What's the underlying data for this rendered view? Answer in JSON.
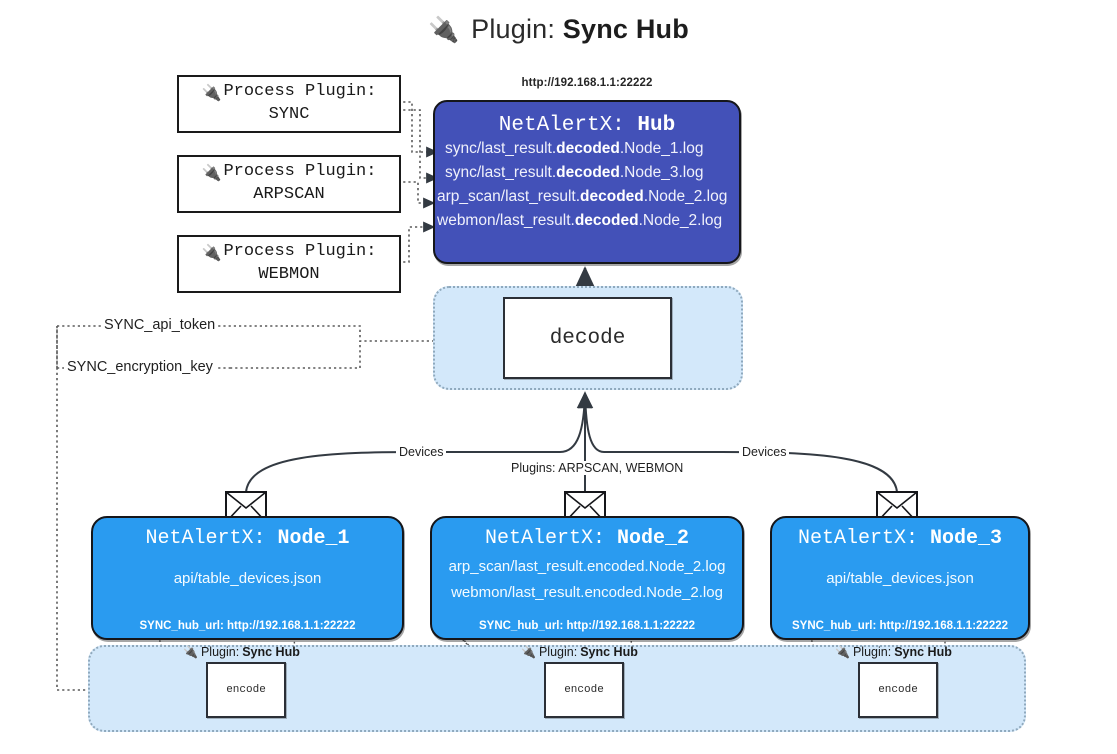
{
  "header": {
    "icon": "plug-icon",
    "prefix": "Plugin:",
    "title": "Sync Hub",
    "plug_glyph": "🔌"
  },
  "process_plugins": [
    {
      "icon": "plug-icon",
      "line1": "Process Plugin:",
      "line2": "SYNC"
    },
    {
      "icon": "plug-icon",
      "line1": "Process Plugin:",
      "line2": "ARPSCAN"
    },
    {
      "icon": "plug-icon",
      "line1": "Process Plugin:",
      "line2": "WEBMON"
    }
  ],
  "hub": {
    "url": "http://192.168.1.1:22222",
    "title_prefix": "NetAlertX:",
    "title_name": "Hub",
    "color": "#4351b8",
    "lines": [
      {
        "pre": "sync/last_result.",
        "mid": "decoded",
        "post": ".Node_1.log"
      },
      {
        "pre": "sync/last_result.",
        "mid": "decoded",
        "post": ".Node_3.log"
      },
      {
        "pre": "arp_scan/last_result.",
        "mid": "decoded",
        "post": ".Node_2.log"
      },
      {
        "pre": "webmon/last_result.",
        "mid": "decoded",
        "post": ".Node_2.log"
      }
    ]
  },
  "decode": {
    "label": "decode"
  },
  "settings": [
    {
      "label": "SYNC_api_token"
    },
    {
      "label": "SYNC_encryption_key"
    }
  ],
  "edge_labels": {
    "devices_left": "Devices",
    "devices_right": "Devices",
    "plugins_center": "Plugins: ARPSCAN, WEBMON"
  },
  "nodes": [
    {
      "title_prefix": "NetAlertX:",
      "title_name": "Node_1",
      "lines": [
        "api/table_devices.json"
      ],
      "foot": "SYNC_hub_url: http://192.168.1.1:22222",
      "icon": "envelope-icon",
      "color": "#2a9bf0"
    },
    {
      "title_prefix": "NetAlertX:",
      "title_name": "Node_2",
      "lines": [
        "arp_scan/last_result.encoded.Node_2.log",
        "webmon/last_result.encoded.Node_2.log"
      ],
      "foot": "SYNC_hub_url: http://192.168.1.1:22222",
      "icon": "envelope-icon",
      "color": "#2a9bf0"
    },
    {
      "title_prefix": "NetAlertX:",
      "title_name": "Node_3",
      "lines": [
        "api/table_devices.json"
      ],
      "foot": "SYNC_hub_url: http://192.168.1.1:22222",
      "icon": "envelope-icon",
      "color": "#2a9bf0"
    }
  ],
  "encoders": [
    {
      "caption_prefix": "Plugin:",
      "caption_name": "Sync Hub",
      "label": "encode"
    },
    {
      "caption_prefix": "Plugin:",
      "caption_name": "Sync Hub",
      "label": "encode"
    },
    {
      "caption_prefix": "Plugin:",
      "caption_name": "Sync Hub",
      "label": "encode"
    }
  ],
  "colors": {
    "panel_fill": "#d3e8fa",
    "panel_border": "#8fa9bd",
    "hub": "#4351b8",
    "node": "#2a9bf0",
    "stroke": "#2b2f36"
  }
}
